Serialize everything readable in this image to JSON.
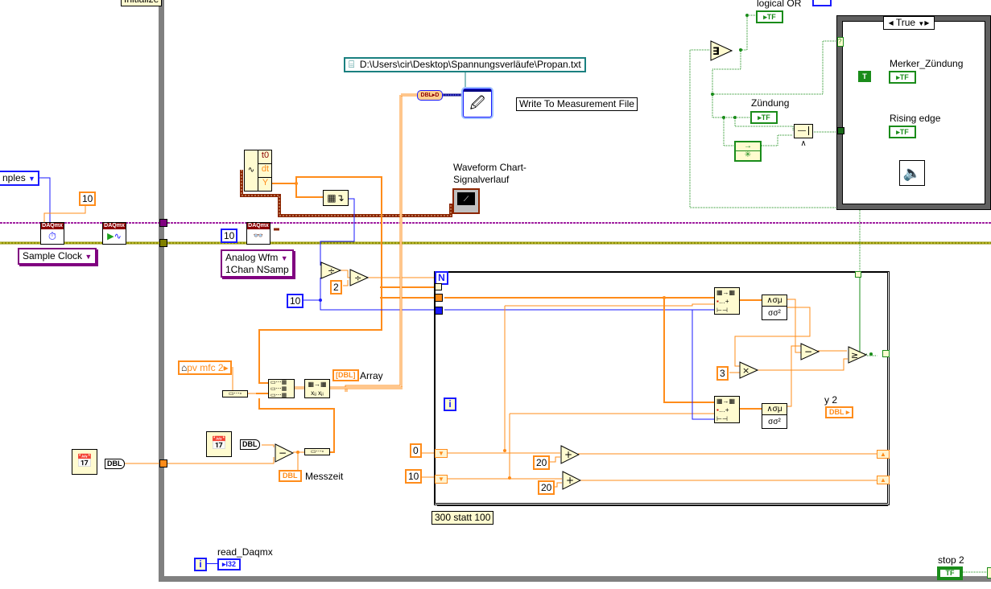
{
  "app": "LabVIEW Block Diagram",
  "labels": {
    "initialize": "Initialize",
    "samples_enum": "nples",
    "sample_clock": "Sample Clock",
    "analog_wfm_line1": "Analog Wfm",
    "analog_wfm_line2": "1Chan NSamp",
    "file_path": "D:\\Users\\cir\\Desktop\\Spannungsverläufe\\Propan.txt",
    "write_to_measurement_file": "Write To Measurement File",
    "waveform_chart_line1": "Waveform Chart-",
    "waveform_chart_line2": "Signalverlauf",
    "pv_mfc": "pv mfc 2",
    "array": "Array",
    "messzeit": "Messzeit",
    "read_daqmx": "read_Daqmx",
    "logical_or": "logical OR",
    "case_selector": "True",
    "merker_zundung": "Merker_Zündung",
    "zundung": "Zündung",
    "rising_edge": "Rising edge",
    "y2": "y 2",
    "stop2": "stop 2",
    "comment_300": "300 statt 100",
    "waveform_t0": "t0",
    "waveform_dt": "dt",
    "waveform_y": "Y",
    "daqmx": "DAQmx"
  },
  "constants": {
    "samples_per_channel": "10",
    "read_samples": "10",
    "divisor": "2",
    "loop_count_in": "10",
    "multiplier": "3",
    "shift_init_a": "0",
    "shift_init_b": "10",
    "add_a": "20",
    "add_b": "20",
    "true_const": "T"
  },
  "indicators": {
    "tf": "TF",
    "dbl": "DBL",
    "i32": "I32",
    "loop_N": "N",
    "loop_i": "i",
    "minus": "−",
    "plus": "+",
    "times": "×",
    "divide": "÷",
    "and": "∧",
    "std_top": "∧σμ",
    "std_bot": "σσ²"
  }
}
